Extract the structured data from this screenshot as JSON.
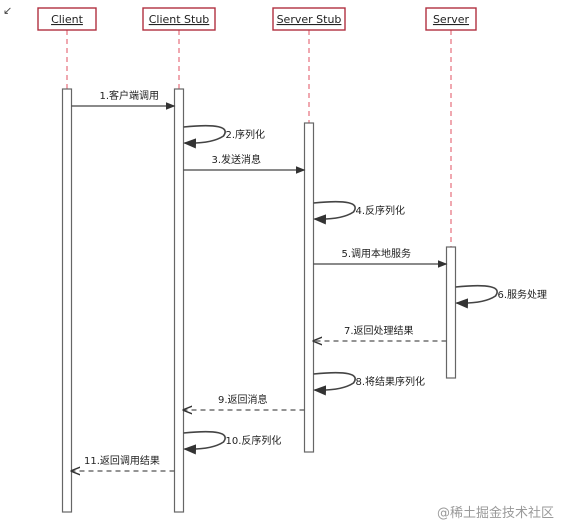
{
  "participants": [
    {
      "id": "client",
      "label": "Client"
    },
    {
      "id": "client-stub",
      "label": "Client Stub"
    },
    {
      "id": "server-stub",
      "label": "Server Stub"
    },
    {
      "id": "server",
      "label": "Server"
    }
  ],
  "messages": [
    {
      "label": "1.客户端调用",
      "from": "client",
      "to": "client-stub",
      "kind": "call"
    },
    {
      "label": "2.序列化",
      "from": "client-stub",
      "to": "client-stub",
      "kind": "self"
    },
    {
      "label": "3.发送消息",
      "from": "client-stub",
      "to": "server-stub",
      "kind": "call"
    },
    {
      "label": "4.反序列化",
      "from": "server-stub",
      "to": "server-stub",
      "kind": "self"
    },
    {
      "label": "5.调用本地服务",
      "from": "server-stub",
      "to": "server",
      "kind": "call"
    },
    {
      "label": "6.服务处理",
      "from": "server",
      "to": "server",
      "kind": "self"
    },
    {
      "label": "7.返回处理结果",
      "from": "server",
      "to": "server-stub",
      "kind": "return"
    },
    {
      "label": "8.将结果序列化",
      "from": "server-stub",
      "to": "server-stub",
      "kind": "self"
    },
    {
      "label": "9.返回消息",
      "from": "server-stub",
      "to": "client-stub",
      "kind": "return"
    },
    {
      "label": "10.反序列化",
      "from": "client-stub",
      "to": "client-stub",
      "kind": "self"
    },
    {
      "label": "11.返回调用结果",
      "from": "client-stub",
      "to": "client",
      "kind": "return"
    }
  ],
  "watermark": "@稀土掘金技术社区",
  "corner_mark": "↙"
}
